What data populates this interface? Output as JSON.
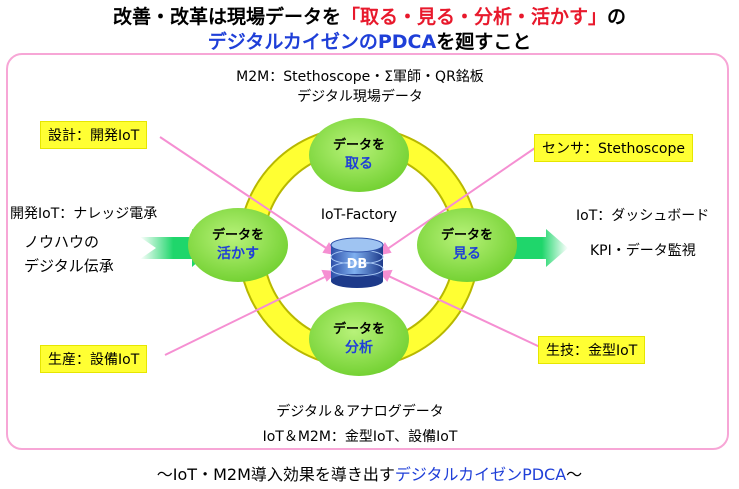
{
  "header": {
    "line1_prefix": "改善・改革は現場データを",
    "line1_highlight": "「取る・見る・分析・活かす」",
    "line1_suffix": "の",
    "line2_highlight": "デジタルカイゼンのPDCA",
    "line2_suffix": "を廻すこと"
  },
  "top_label": {
    "line1": "M2M：Stethoscope・Σ軍師・QR銘板",
    "line2": "デジタル現場データ"
  },
  "bottom_label": {
    "line1": "デジタル＆アナログデータ",
    "line2": "IoT＆M2M：金型IoT、設備IoT"
  },
  "left_label": {
    "line1": "開発IoT：ナレッジ電承",
    "line2": "ノウハウの",
    "line3": "デジタル伝承"
  },
  "right_label": {
    "line1": "IoT：ダッシュボード",
    "line2": "KPI・データ監視"
  },
  "center_label": "IoT-Factory",
  "db_label": "DB",
  "cycle": {
    "top": {
      "line1": "データを",
      "line2": "取る"
    },
    "right": {
      "line1": "データを",
      "line2": "見る"
    },
    "bottom": {
      "line1": "データを",
      "line2": "分析"
    },
    "left": {
      "line1": "データを",
      "line2": "活かす"
    }
  },
  "callouts": {
    "top_left": "設計：開発IoT",
    "top_right": "センサ：Stethoscope",
    "bottom_left": "生産：設備IoT",
    "bottom_right": "生技：金型IoT"
  },
  "footer": {
    "prefix": "〜IoT・M2M導入効果を導き出す",
    "highlight": "デジタルカイゼンPDCA",
    "suffix": "〜"
  },
  "colors": {
    "ring": "#ffff33",
    "node": "#8be04a",
    "arrow": "#1fd66b",
    "callout_line": "#f58fd2",
    "frame": "#f7a6d6",
    "accent_red": "#e8192c",
    "accent_blue": "#1f3fd8"
  }
}
